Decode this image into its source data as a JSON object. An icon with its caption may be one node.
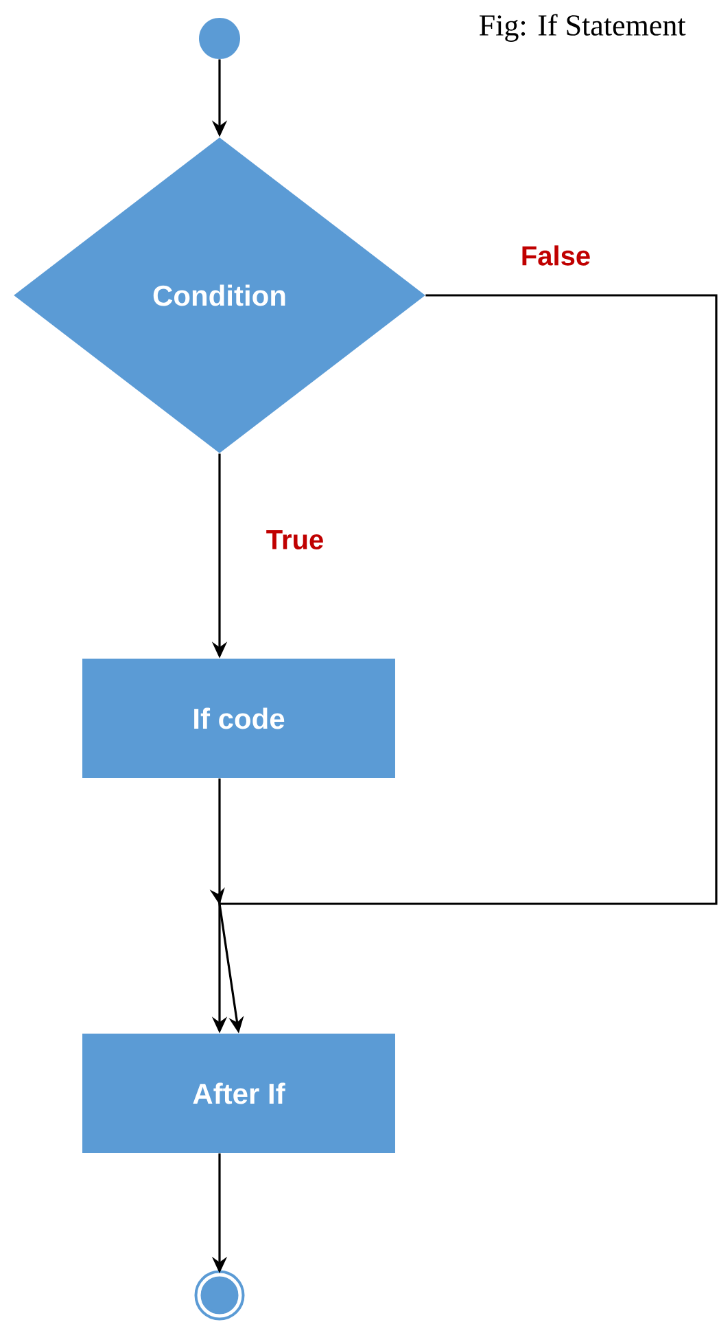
{
  "diagram": {
    "title": "Fig: If Statement",
    "nodes": [
      {
        "text": [],
        "shape": "circle"
      },
      {
        "text": [
          "Condition"
        ]
      },
      {
        "text": [
          "If code"
        ]
      },
      {
        "text": [
          "After If"
        ]
      },
      {
        "text": [],
        "shape": "circle"
      }
    ],
    "edges": [
      {
        "from": 0,
        "to": 1,
        "arrow": "to"
      },
      {
        "from": 1,
        "to": 2,
        "arrow": "to",
        "label": "True"
      },
      {
        "from": 1,
        "to": 3,
        "arrow": "to",
        "label": "False"
      },
      {
        "from": 2,
        "to": 3,
        "arrow": "to"
      },
      {
        "from": 3,
        "to": 4,
        "arrow": "to"
      }
    ]
  }
}
